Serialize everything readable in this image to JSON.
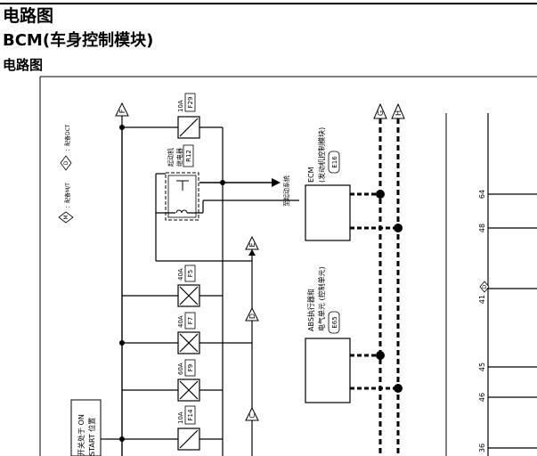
{
  "headings": {
    "section_title": "电路图",
    "module_title": "BCM(车身控制模块)",
    "sub_title": "电路图"
  },
  "legend": {
    "m_symbol": "M",
    "m_text": "：配备M/T",
    "d_symbol": "D",
    "d_text": "：配备DCT"
  },
  "connectors": {
    "f": "F",
    "e": "E",
    "d": "D",
    "c": "C",
    "g": "G",
    "h": "H"
  },
  "fuses": [
    {
      "rating": "10A",
      "id": "F29"
    },
    {
      "rating": "40A",
      "id": "F5"
    },
    {
      "rating": "40A",
      "id": "F7"
    },
    {
      "rating": "60A",
      "id": "F9"
    },
    {
      "rating": "10A",
      "id": "F14"
    }
  ],
  "relay": {
    "line1": "起动机",
    "line2": "继电器",
    "id": "R12"
  },
  "starter_note": "至起动系统",
  "ecm": {
    "name": "ECM",
    "desc": "(发动机控制模块)",
    "id": "E16"
  },
  "abs": {
    "line1": "ABS执行器和",
    "line2": "电气单元 (控制单元)",
    "id": "E65"
  },
  "switch": {
    "line1": "开关处于 ON",
    "line2": "START 位置"
  },
  "pins": {
    "p64": "64",
    "p48": "48",
    "p41": "41",
    "p41_tag": "D",
    "p45": "45",
    "p46": "46",
    "p36": "36"
  }
}
